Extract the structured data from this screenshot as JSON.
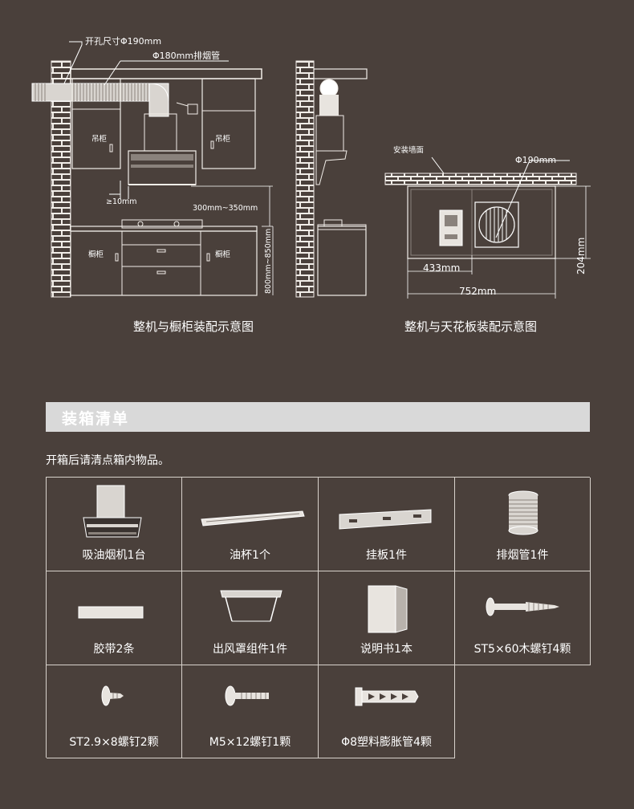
{
  "diagram1": {
    "hole_label": "开孔尺寸Φ190mm",
    "pipe_label": "Φ180mm排烟管",
    "upper_cabinet_left": "吊柜",
    "upper_cabinet_right": "吊柜",
    "gap_label": "≥10mm",
    "height_label": "300mm~350mm",
    "lower_cabinet_left": "橱柜",
    "lower_cabinet_right": "橱柜",
    "counter_height_label": "800mm~850mm",
    "caption": "整机与橱柜装配示意图"
  },
  "diagram2": {
    "wall_label": "安装墙面",
    "diameter_label": "Φ190mm",
    "width_inner_label": "433mm",
    "width_outer_label": "752mm",
    "height_label": "204mm",
    "caption": "整机与天花板装配示意图"
  },
  "packing": {
    "title": "装箱清单",
    "intro": "开箱后请清点箱内物品。",
    "items": [
      {
        "label": "吸油烟机1台",
        "icon": "range-hood-icon"
      },
      {
        "label": "油杯1个",
        "icon": "oil-cup-icon"
      },
      {
        "label": "挂板1件",
        "icon": "hanging-plate-icon"
      },
      {
        "label": "排烟管1件",
        "icon": "exhaust-pipe-icon"
      },
      {
        "label": "胶带2条",
        "icon": "tape-icon"
      },
      {
        "label": "出风罩组件1件",
        "icon": "outlet-cover-icon"
      },
      {
        "label": "说明书1本",
        "icon": "manual-icon"
      },
      {
        "label": "ST5×60木螺钉4颗",
        "icon": "wood-screw-icon"
      },
      {
        "label": "ST2.9×8螺钉2颗",
        "icon": "small-screw-icon"
      },
      {
        "label": "M5×12螺钉1颗",
        "icon": "machine-screw-icon"
      },
      {
        "label": "Φ8塑料膨胀管4颗",
        "icon": "expansion-tube-icon"
      }
    ]
  }
}
